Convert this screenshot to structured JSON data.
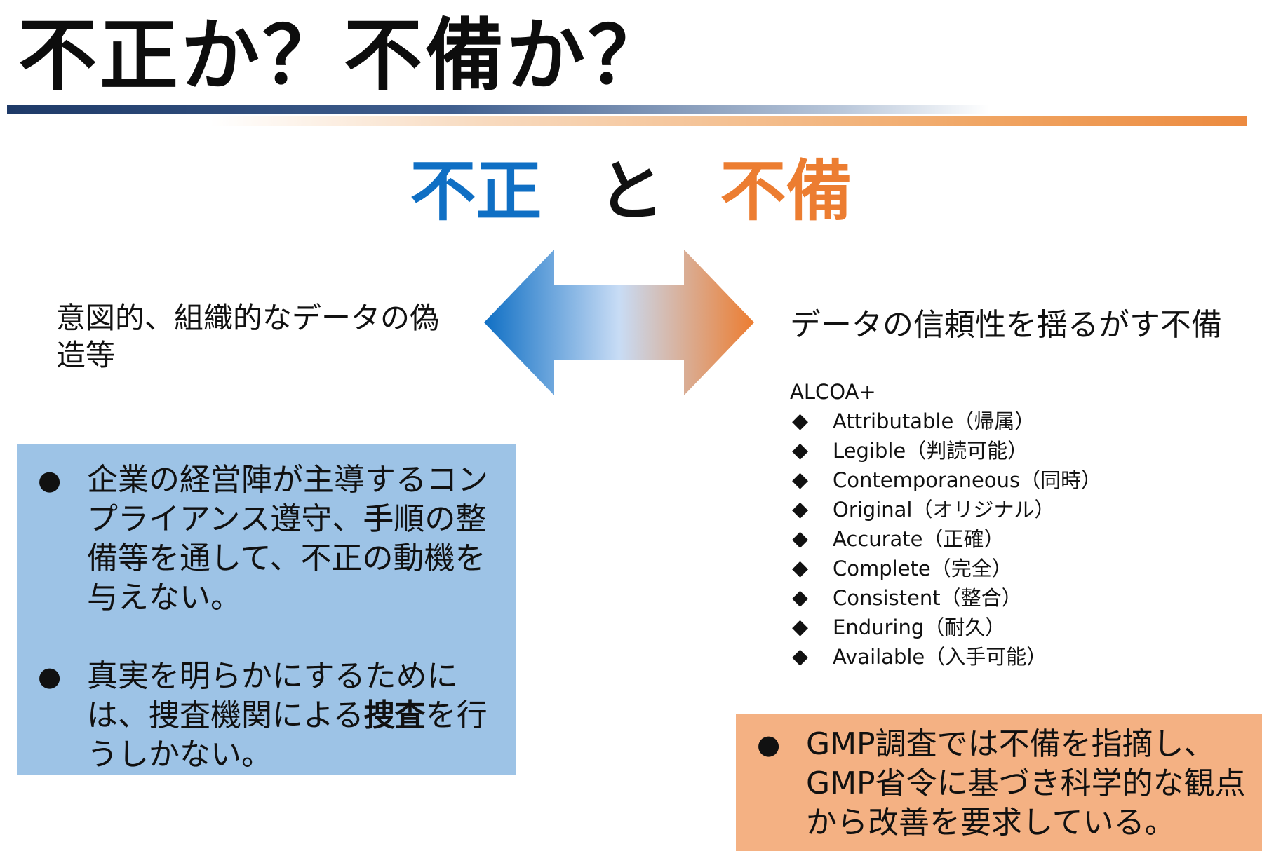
{
  "title": "不正か？不備か？",
  "heading": {
    "left": "不正",
    "middle": "と",
    "right": "不備",
    "left_color": "#0f6fc4",
    "right_color": "#ec7d31"
  },
  "arrow": {
    "icon": "double-arrow-icon",
    "gradient_colors": [
      "#0f6fc4",
      "#c8dcf5",
      "#ec7d31"
    ]
  },
  "left_description": "意図的、組織的なデータの偽造等",
  "right_description": "データの信頼性を揺るがす不備",
  "alcoa": {
    "heading": "ALCOA+",
    "bullet_icon": "diamond-bullet-icon",
    "items": [
      "Attributable（帰属）",
      "Legible（判読可能）",
      "Contemporaneous（同時）",
      "Original（オリジナル）",
      "Accurate（正確）",
      "Complete（完全）",
      "Consistent（整合）",
      "Enduring（耐久）",
      "Available（入手可能）"
    ]
  },
  "blue_box": {
    "background": "#9dc3e6",
    "bullets": [
      {
        "text": "企業の経営陣が主導するコンプライアンス遵守、手順の整備等を通して、不正の動機を与えない。"
      },
      {
        "before": "真実を明らかにするためには、捜査機関による",
        "emphasis": "捜査",
        "after": "を行うしかない。"
      }
    ]
  },
  "orange_box": {
    "background": "#f4b183",
    "bullets": [
      {
        "text": "GMP調査では不備を指摘し、GMP省令に基づき科学的な観点から改善を要求している。"
      }
    ]
  }
}
